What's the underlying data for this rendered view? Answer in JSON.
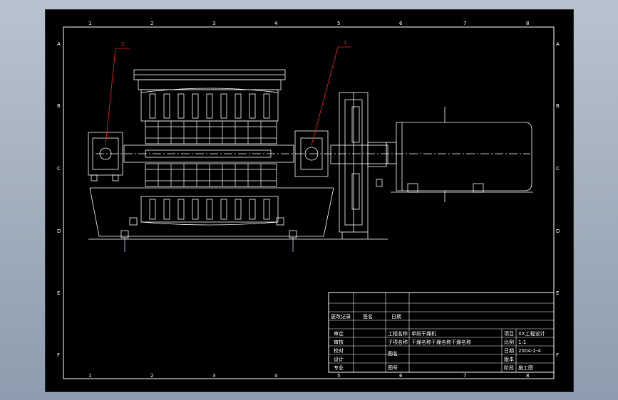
{
  "sheet": {
    "columns": [
      "1",
      "2",
      "3",
      "4",
      "5",
      "6",
      "7",
      "8"
    ],
    "rows": [
      "A",
      "B",
      "C",
      "D",
      "E",
      "F"
    ],
    "callouts": [
      "1",
      "2"
    ]
  },
  "title_block": {
    "col_headers": {
      "record": "更改记录",
      "signature": "签名",
      "date": "日期"
    },
    "roles": [
      "审定",
      "审核",
      "校对",
      "设计",
      "专业"
    ],
    "drawing_title_label": "图名",
    "drawing_no_label": "图号",
    "mid_left_labels": [
      "工程名称",
      "子项名称"
    ],
    "mid_values": [
      "单段干燥机",
      "干燥名称干燥名称干燥名称"
    ],
    "right_labels": [
      "项目",
      "比例",
      "日期",
      "版本",
      "阶段"
    ],
    "right_values": [
      "XX工程设计",
      "1:1",
      "2004-2-4",
      "",
      "施工图"
    ]
  },
  "colors": {
    "background": "#000000",
    "lines": "#ffffff",
    "callout": "#ff2020"
  }
}
